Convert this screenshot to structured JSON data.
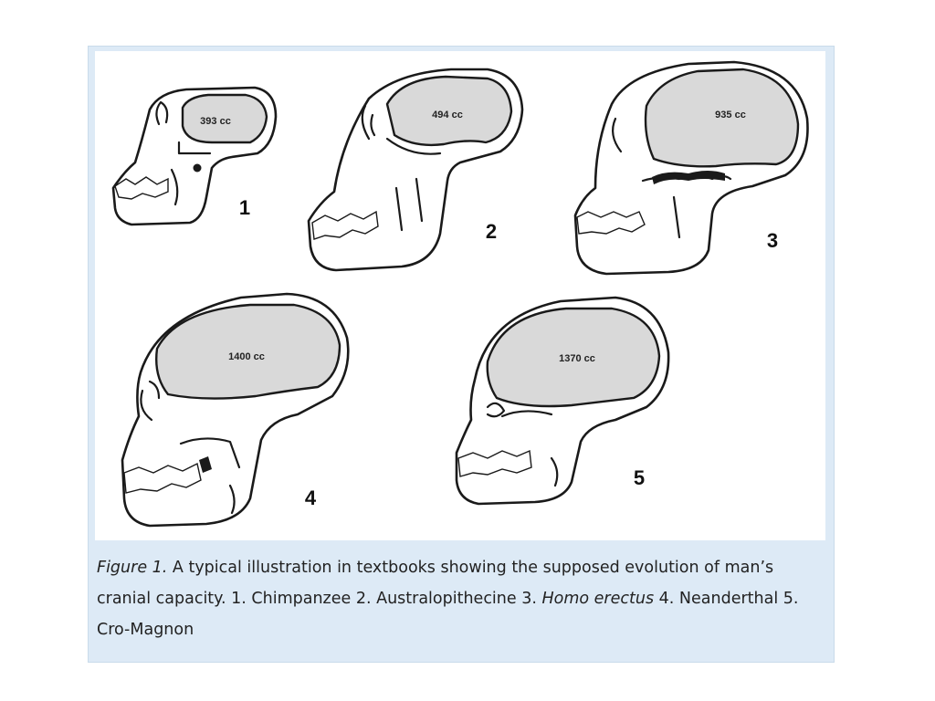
{
  "skulls": [
    {
      "number": "1",
      "capacity": "393 cc"
    },
    {
      "number": "2",
      "capacity": "494 cc"
    },
    {
      "number": "3",
      "capacity": "935 cc"
    },
    {
      "number": "4",
      "capacity": "1400 cc"
    },
    {
      "number": "5",
      "capacity": "1370 cc"
    }
  ],
  "caption": {
    "label": "Figure 1.",
    "text_1": " A typical illustration in textbooks showing the supposed evolution of man’s cranial capacity. 1. Chimpanzee 2. Australopithecine 3. ",
    "italic_1": "Homo erectus",
    "text_2": " 4. Neanderthal 5. Cro-Magnon"
  },
  "colors": {
    "caption_background": "#ddeaf6",
    "cavity_fill": "#d9d9d9",
    "line": "#1a1a1a"
  }
}
